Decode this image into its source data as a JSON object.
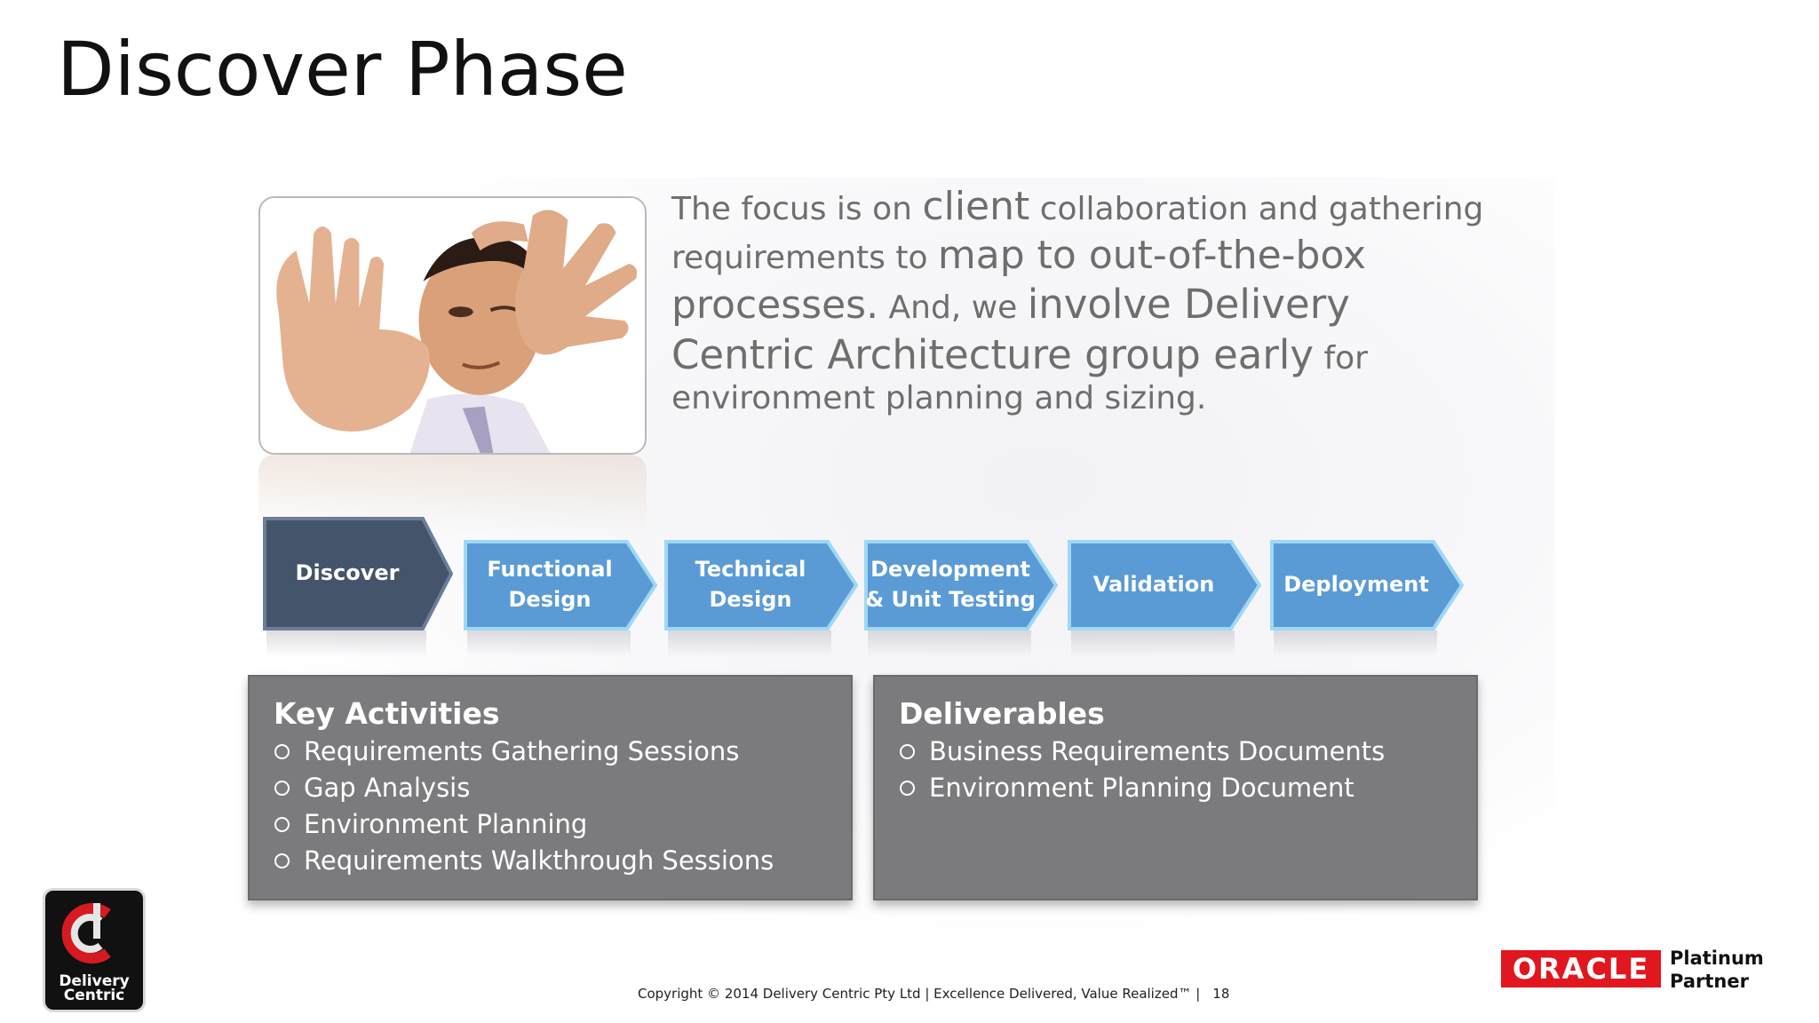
{
  "slide": {
    "title": "Discover Phase",
    "focus_segments": [
      {
        "text": "The focus is on ",
        "size": "s"
      },
      {
        "text": "client",
        "size": "l"
      },
      {
        "text": " collaboration and gathering requirements to ",
        "size": "s"
      },
      {
        "text": "map to out-of-the-box processes.",
        "size": "l"
      },
      {
        "text": " And, we ",
        "size": "s"
      },
      {
        "text": "involve Delivery Centric Architecture group early",
        "size": "m"
      },
      {
        "text": " for environment planning and sizing.",
        "size": "s"
      }
    ],
    "phases": [
      {
        "label": "Discover",
        "active": true
      },
      {
        "label": "Functional\nDesign",
        "active": false
      },
      {
        "label": "Technical\nDesign",
        "active": false
      },
      {
        "label": "Development\n& Unit Testing",
        "active": false
      },
      {
        "label": "Validation",
        "active": false
      },
      {
        "label": "Deployment",
        "active": false
      }
    ],
    "key_activities": {
      "heading": "Key Activities",
      "items": [
        "Requirements Gathering Sessions",
        "Gap Analysis",
        "Environment Planning",
        "Requirements Walkthrough Sessions"
      ]
    },
    "deliverables": {
      "heading": "Deliverables",
      "items": [
        "Business Requirements Documents",
        "Environment Planning Document"
      ]
    },
    "footer": {
      "copyright": "Copyright © 2014 Delivery Centric Pty Ltd | Excellence Delivered, Value Realized™ |",
      "page_number": "18"
    },
    "logo": {
      "line1": "Delivery",
      "line2": "Centric"
    },
    "partner": {
      "brand": "ORACLE",
      "line1": "Platinum",
      "line2": "Partner"
    }
  },
  "colors": {
    "active_phase": "#44546a",
    "phase": "#5b9bd5",
    "phase_border": "#9fd8f5",
    "panel": "#7b7b7e",
    "oracle_red": "#e2161e"
  }
}
